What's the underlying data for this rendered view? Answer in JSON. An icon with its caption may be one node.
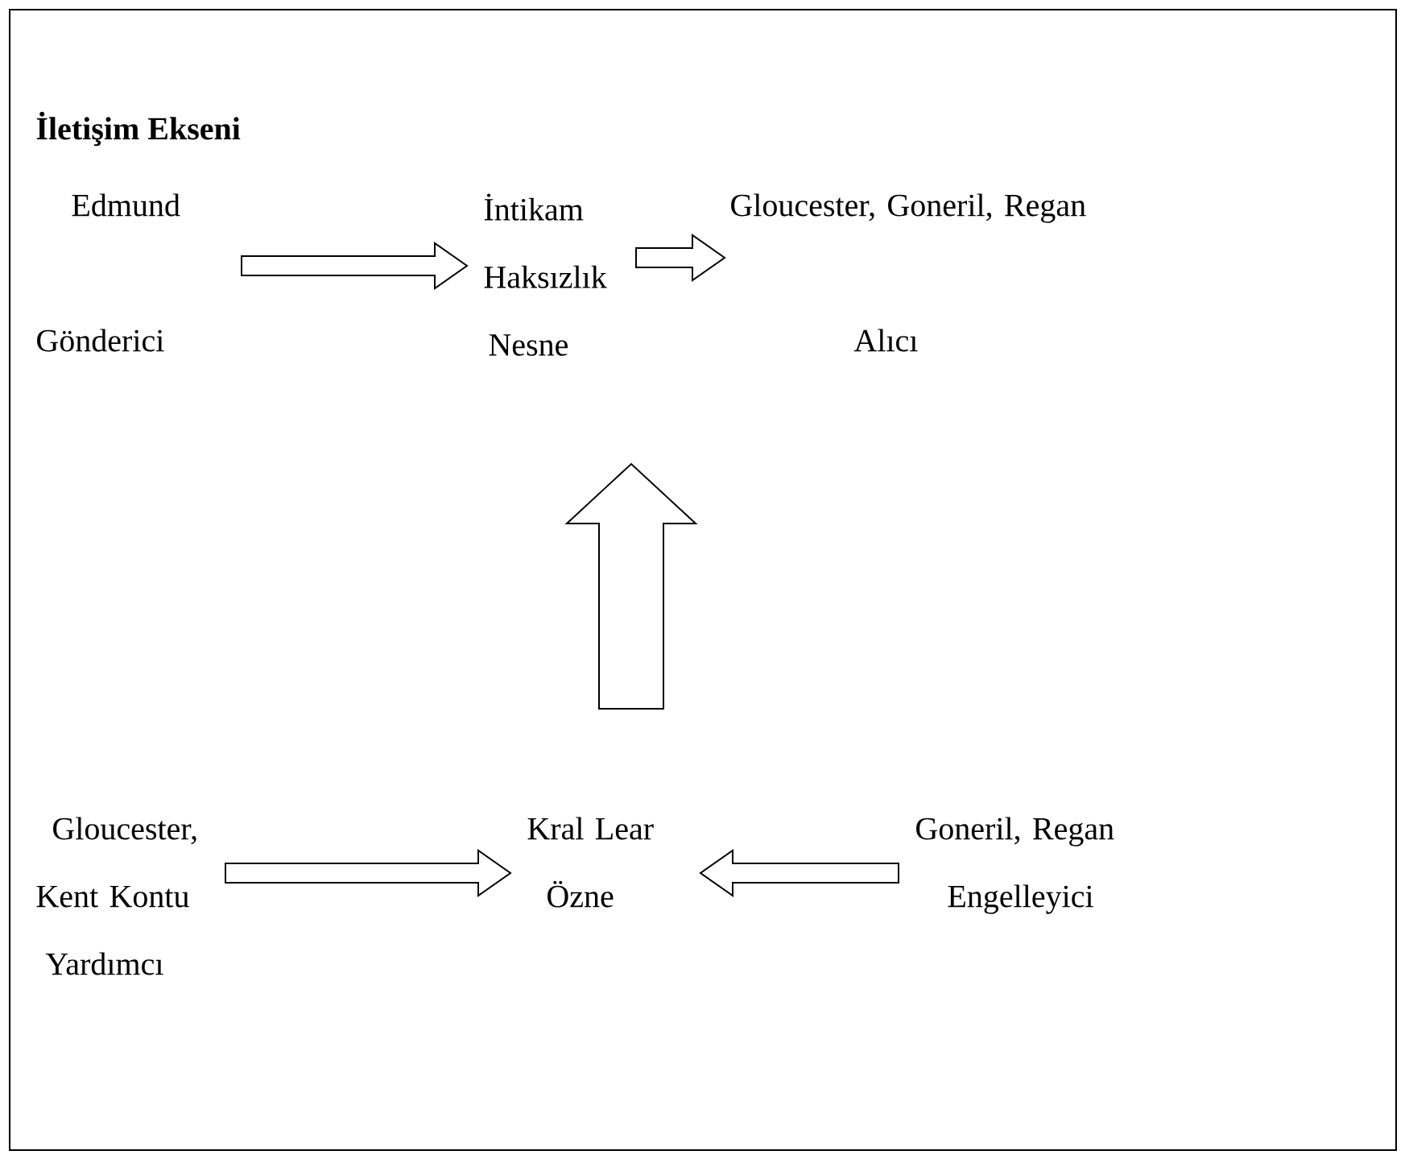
{
  "diagram": {
    "title": "İletişim Ekseni",
    "nodes": [
      {
        "text": [
          "Edmund",
          "Gönderici"
        ]
      },
      {
        "text": [
          "İntikam Haksızlık",
          "Nesne"
        ]
      },
      {
        "text": [
          "Gloucester, Goneril, Regan",
          "Alıcı"
        ]
      },
      {
        "text": [
          "Gloucester, Kent Kontu",
          "Yardımcı"
        ]
      },
      {
        "text": [
          "Kral Lear",
          "Özne"
        ]
      },
      {
        "text": [
          "Goneril, Regan",
          "Engelleyici"
        ]
      }
    ],
    "edges": [
      {
        "from": 0,
        "to": 1,
        "arrow": "to"
      },
      {
        "from": 1,
        "to": 2,
        "arrow": "to"
      },
      {
        "from": 4,
        "to": 1,
        "arrow": "to"
      },
      {
        "from": 3,
        "to": 4,
        "arrow": "to"
      },
      {
        "from": 5,
        "to": 4,
        "arrow": "to"
      }
    ]
  }
}
